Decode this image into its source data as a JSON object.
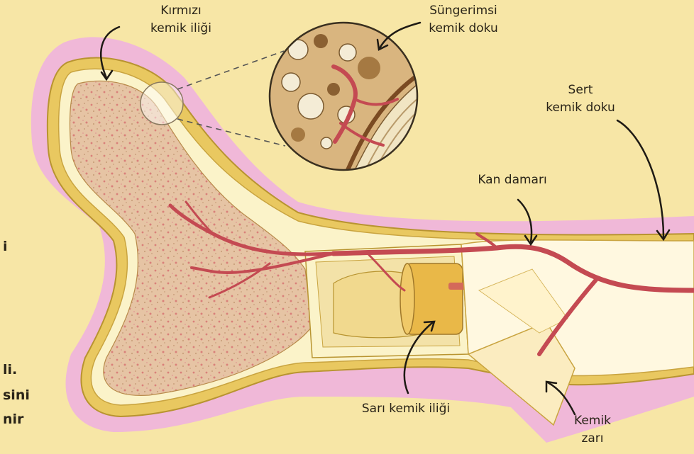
{
  "labels": {
    "red_marrow": [
      "Kırmızı",
      "kemik iliği"
    ],
    "spongy_bone": [
      "Süngerimsi",
      "kemik doku"
    ],
    "compact_bone": [
      "Sert",
      "kemik doku"
    ],
    "blood_vessel": "Kan damarı",
    "yellow_marrow": "Sarı kemik iliği",
    "periosteum": [
      "Kemik",
      "zarı"
    ]
  },
  "side_text_fragments": [
    "i",
    "li.",
    "sini",
    "nir"
  ],
  "colors": {
    "background": "#f7e6a6",
    "periosteum_outer": "#f0b8d8",
    "bone_outline": "#e9c860",
    "compact_bone": "#fbf3c9",
    "spongy_fill": "#e7c1a0",
    "blood_vessel": "#c44a52",
    "yellow_marrow": "#e9b848",
    "shaft": "#fff8e0"
  }
}
